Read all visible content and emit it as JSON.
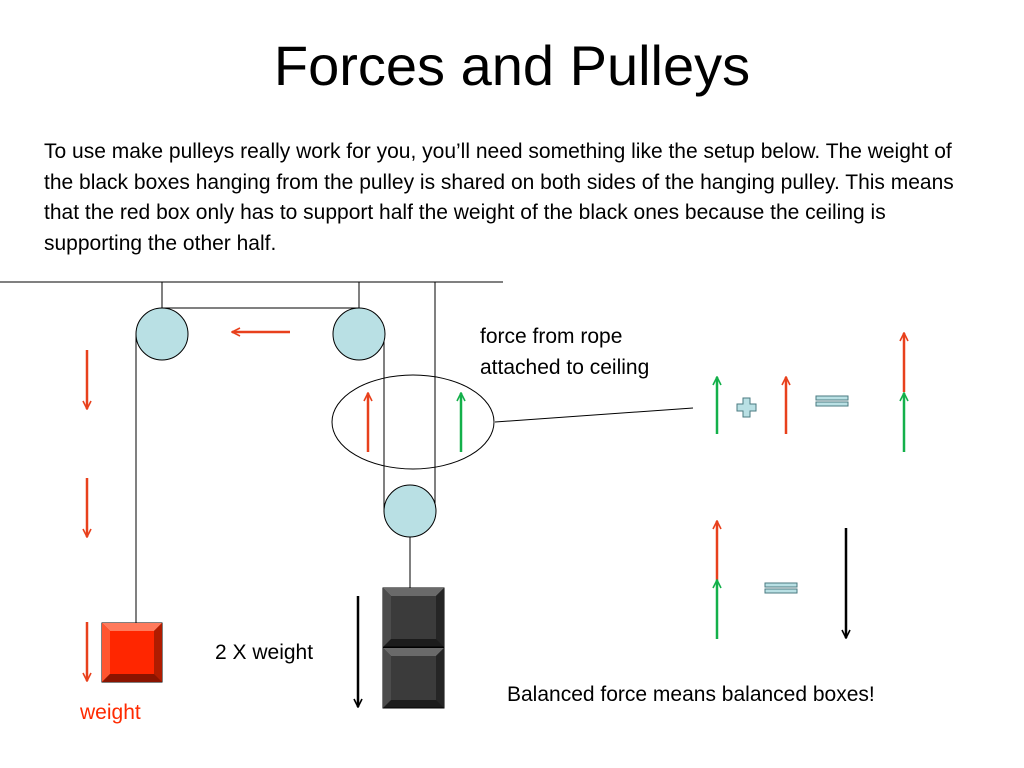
{
  "slide": {
    "title": "Forces and Pulleys",
    "paragraph": "To use make pulleys really work for you, you’ll need something like the setup below. The weight of the black boxes hanging from the pulley is shared on both sides of the hanging pulley. This means that the red box only has to support half the weight of the black ones because the ceiling is supporting the other half."
  },
  "labels": {
    "force_from_rope": "force from rope",
    "attached_to_ceiling": "attached to ceiling",
    "two_x_weight": "2 X weight",
    "weight": "weight",
    "balanced_force": "Balanced force means balanced boxes!"
  },
  "colors": {
    "pulley_fill": "#b9e0e4",
    "red_arrow": "#e8401c",
    "green_arrow": "#13b04a",
    "red_box": "#ff2600",
    "black_box": "#3b3b3b",
    "label_red": "#ff2a00"
  }
}
